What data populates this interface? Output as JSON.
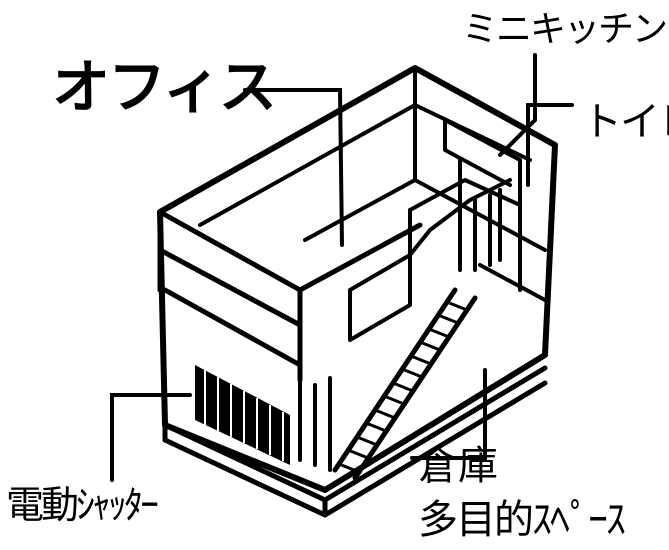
{
  "labels": {
    "office": "オフィス",
    "mini_kitchen": "ミニキッチン",
    "toilet": "トイレ",
    "electric_shutter": "電動ｼｬｯﾀｰ",
    "storage": "倉庫",
    "multipurpose_space": "多目的ｽﾍﾟｰｽ"
  },
  "colors": {
    "line": "#000000",
    "background": "#ffffff"
  }
}
